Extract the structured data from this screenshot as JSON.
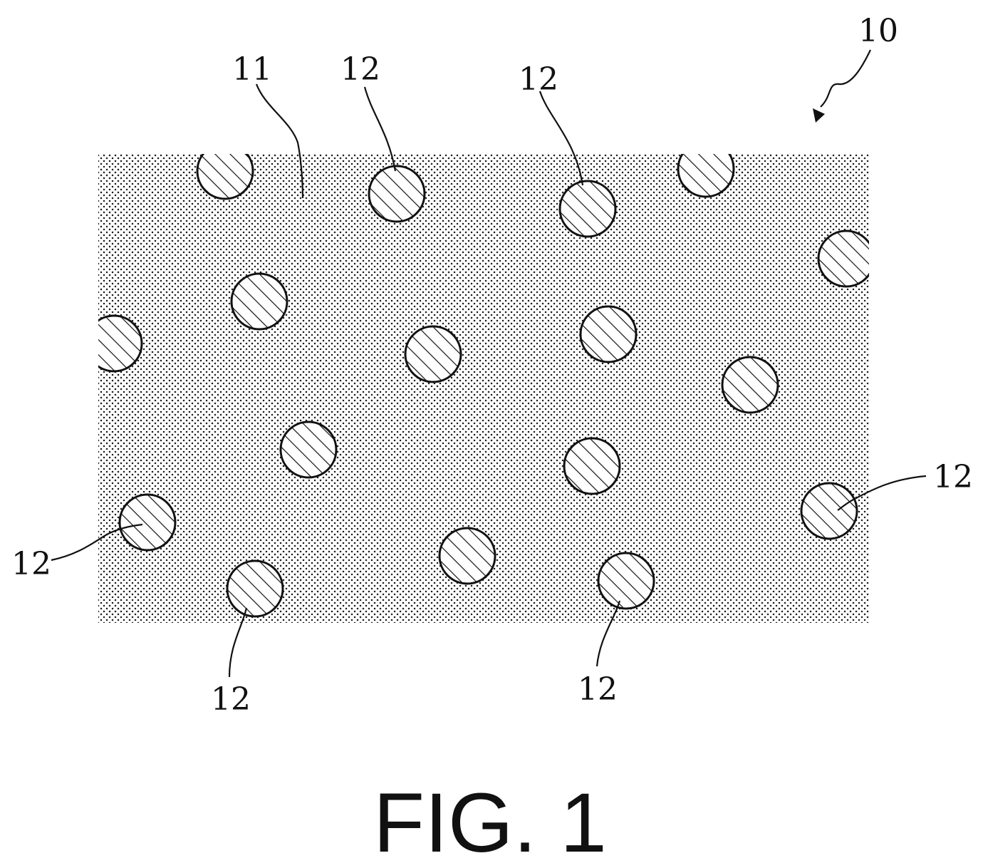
{
  "figure": {
    "caption": "FIG. 1",
    "reference_numerals": {
      "composite": "10",
      "matrix": "11",
      "particle": "12"
    },
    "colors": {
      "ink": "#111111",
      "background": "#ffffff"
    },
    "fills": {
      "matrix": "stipple-dots",
      "particle": "diagonal-hatching"
    }
  }
}
